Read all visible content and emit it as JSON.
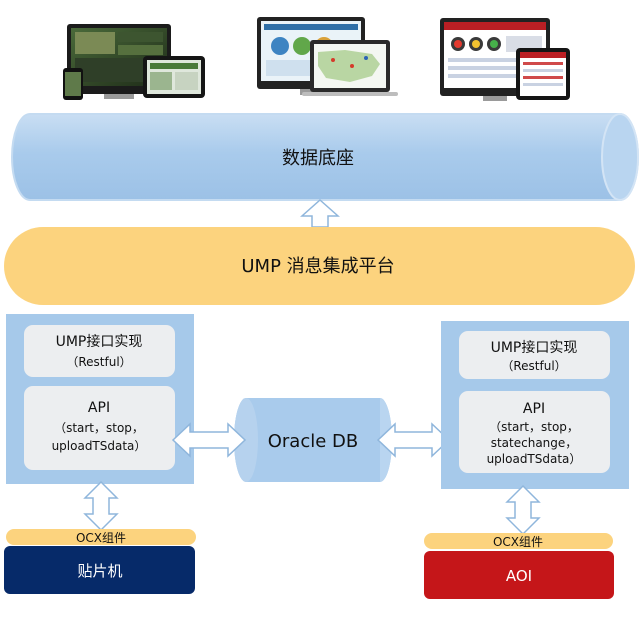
{
  "layers": {
    "data_platform": "数据底座",
    "ump_platform": "UMP  消息集成平台",
    "oracle_db": "Oracle DB"
  },
  "left_node": {
    "ump_title": "UMP接口实现",
    "ump_sub": "（Restful）",
    "api_title": "API",
    "api_lines": [
      "（start，stop，",
      "uploadTSdata）"
    ],
    "ocx": "OCX组件",
    "device": "贴片机"
  },
  "right_node": {
    "ump_title": "UMP接口实现",
    "ump_sub": "（Restful）",
    "api_title": "API",
    "api_lines": [
      "（start，stop，",
      "statechange，",
      "uploadTSdata）"
    ],
    "ocx": "OCX组件",
    "device": "AOI"
  },
  "colors": {
    "blue_fill": "#a9cbec",
    "blue_edge": "#c4dbf1",
    "yellow": "#fcd37e",
    "node_bg": "#a6c9ea",
    "inner_box": "#eceef0",
    "navy": "#062a69",
    "red": "#c51619",
    "arrow_fill": "#ffffff",
    "arrow_edge": "#8fb6dc"
  },
  "icons": [
    "dashboard-screens-icon",
    "map-dashboard-icon",
    "status-dashboard-icon"
  ]
}
